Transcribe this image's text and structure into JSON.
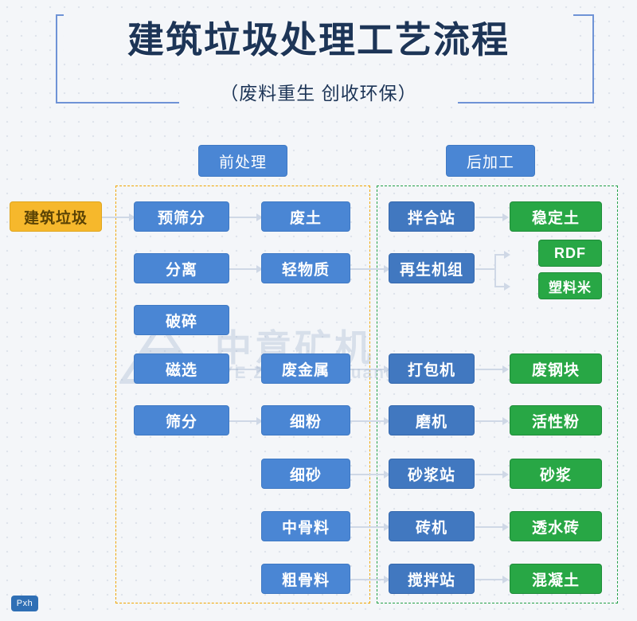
{
  "header": {
    "title": "建筑垃圾处理工艺流程",
    "subtitle": "（废料重生  创收环保）"
  },
  "section_tags": [
    {
      "key": "pre",
      "label": "前处理"
    },
    {
      "key": "post",
      "label": "后加工"
    }
  ],
  "colors": {
    "blue": "#4a86d4",
    "blue_dark": "#4178c0",
    "green": "#28a745",
    "yellow": "#f6b82c",
    "pre_frame": "#f0a500",
    "post_frame": "#24a148",
    "connector": "#cfd8e6",
    "title": "#1d3557",
    "background": "#f4f6f9"
  },
  "input": {
    "label": "建筑垃圾"
  },
  "columns": {
    "process": [
      {
        "label": "预筛分"
      },
      {
        "label": "分离"
      },
      {
        "label": "破碎"
      },
      {
        "label": "磁选"
      },
      {
        "label": "筛分"
      }
    ],
    "materials": [
      {
        "label": "废土"
      },
      {
        "label": "轻物质"
      },
      {
        "label": "废金属"
      },
      {
        "label": "细粉"
      },
      {
        "label": "细砂"
      },
      {
        "label": "中骨料"
      },
      {
        "label": "粗骨料"
      }
    ],
    "equipment": [
      {
        "label": "拌合站"
      },
      {
        "label": "再生机组"
      },
      {
        "label": "打包机"
      },
      {
        "label": "磨机"
      },
      {
        "label": "砂浆站"
      },
      {
        "label": "砖机"
      },
      {
        "label": "搅拌站"
      }
    ],
    "products": [
      {
        "label": "稳定土"
      },
      {
        "label": "RDF"
      },
      {
        "label": "塑料米"
      },
      {
        "label": "废钢块"
      },
      {
        "label": "活性粉"
      },
      {
        "label": "砂浆"
      },
      {
        "label": "透水砖"
      },
      {
        "label": "混凝土"
      }
    ]
  },
  "watermark": {
    "line1": "中意矿机",
    "line2": "ZOONYE  ZhongYi Kuangji"
  },
  "badge": {
    "label": "Pxh"
  }
}
